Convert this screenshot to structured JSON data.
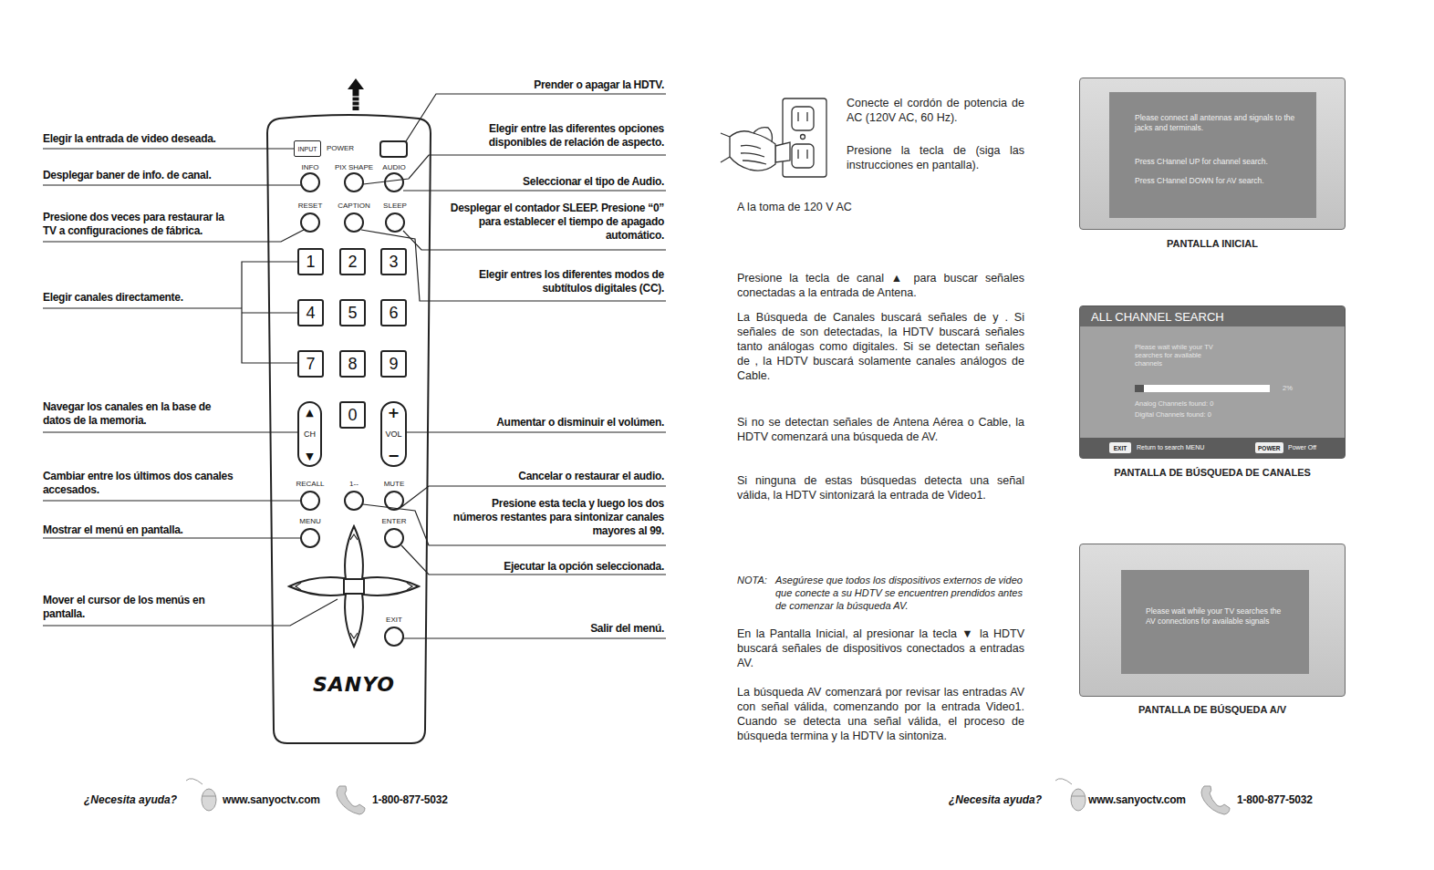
{
  "diagram": {
    "nodes": [
      {
        "text": [
          "INPUT"
        ]
      },
      {
        "text": [
          "1"
        ]
      },
      {
        "text": [
          "2"
        ]
      },
      {
        "text": [
          "3"
        ]
      },
      {
        "text": [
          "4"
        ]
      },
      {
        "text": [
          "5"
        ]
      },
      {
        "text": [
          "6"
        ]
      },
      {
        "text": [
          "7"
        ]
      },
      {
        "text": [
          "8"
        ]
      },
      {
        "text": [
          "9"
        ]
      },
      {
        "text": [
          "0"
        ]
      },
      {
        "text": [
          "▲",
          "CH",
          "▼"
        ]
      },
      {
        "text": [
          "+",
          "VOL",
          "−"
        ]
      },
      {
        "text": [
          "Please connect all antennas and signals to the jacks and terminals.",
          "Press CHannel UP for channel search.",
          "Press CHannel DOWN for AV search."
        ]
      },
      {
        "text": [
          "ALL CHANNEL SEARCH",
          "Please wait while your TV searches for available channels",
          "2%",
          "Analog Channels found: 0",
          "Digital Channels found: 0",
          "Return to search MENU",
          "Power Off"
        ]
      },
      {
        "text": [
          "EXIT"
        ],
        "in": 14
      },
      {
        "text": [
          "POWER"
        ],
        "in": 14
      },
      {
        "text": [
          "Please wait while your TV searches the AV connections for available signals"
        ]
      }
    ],
    "labels": [
      "Prender o apagar la HDTV.",
      "Elegir la entrada de video deseada.",
      "POWER",
      "Elegir entre las diferentes opciones disponibles de relación de aspecto.",
      "Desplegar baner de info. de canal.",
      "INFO",
      "PIX SHAPE",
      "AUDIO",
      "Seleccionar el tipo de Audio.",
      "Presione dos veces para restaurar la TV a configuraciones de fábrica.",
      "RESET",
      "CAPTION",
      "SLEEP",
      "Desplegar el contador SLEEP. Presione “0” para establecer el tiempo de apagado automático.",
      "Elegir entres los diferentes modos de subtítulos digitales (CC).",
      "Elegir canales directamente.",
      "Navegar los canales en la base de datos de la memoria.",
      "Aumentar o disminuir el volúmen.",
      "Cambiar entre los últimos dos canales accesados.",
      "RECALL",
      "1--",
      "MUTE",
      "Cancelar o restaurar el audio.",
      "Presione esta tecla y luego los dos números restantes para sintonizar canales mayores al 99.",
      "Mostrar el menú en pantalla.",
      "MENU",
      "ENTER",
      "Ejecutar la opción seleccionada.",
      "Mover el cursor de los menús en pantalla.",
      "EXIT",
      "Salir del menú.",
      "SANYO",
      "¿Necesita ayuda?",
      "www.sanyoctv.com",
      "1-800-877-5032",
      "Conecte el cordón de potencia de AC (120V AC, 60 Hz).",
      "Presione la tecla de (siga las instrucciones en pantalla).",
      "A la toma de 120 V AC",
      "Presione la tecla de canal ▲ para buscar señales conectadas a la entrada de Antena.",
      "La Búsqueda de Canales buscará señales de y . Si señales de son detectadas, la HDTV buscará señales tanto análogas como digitales. Si se detectan señales de , la HDTV buscará solamente canales análogos de Cable.",
      "Si no se detectan señales de Antena Aérea o Cable, la HDTV comenzará una búsqueda de AV.",
      "Si ninguna de estas búsquedas detecta una señal válida, la HDTV sintonizará la entrada de Video1.",
      "NOTA:",
      "Asegúrese que todos los dispositivos externos de video que conecte a su HDTV se encuentren prendidos antes de comenzar la búsqueda AV.",
      "En la Pantalla Inicial, al presionar la tecla ▼ la HDTV buscará señales de dispositivos conectados a entradas AV.",
      "La búsqueda AV comenzará por revisar las entradas AV con señal válida, comenzando por la entrada Video1. Cuando se detecta una señal válida, el proceso de búsqueda termina y la HDTV la sintoniza.",
      "PANTALLA INICIAL",
      "PANTALLA DE BÚSQUEDA DE CANALES",
      "PANTALLA DE BÚSQUEDA A/V",
      "¿Necesita ayuda?",
      "www.sanyoctv.com",
      "1-800-877-5032"
    ]
  }
}
